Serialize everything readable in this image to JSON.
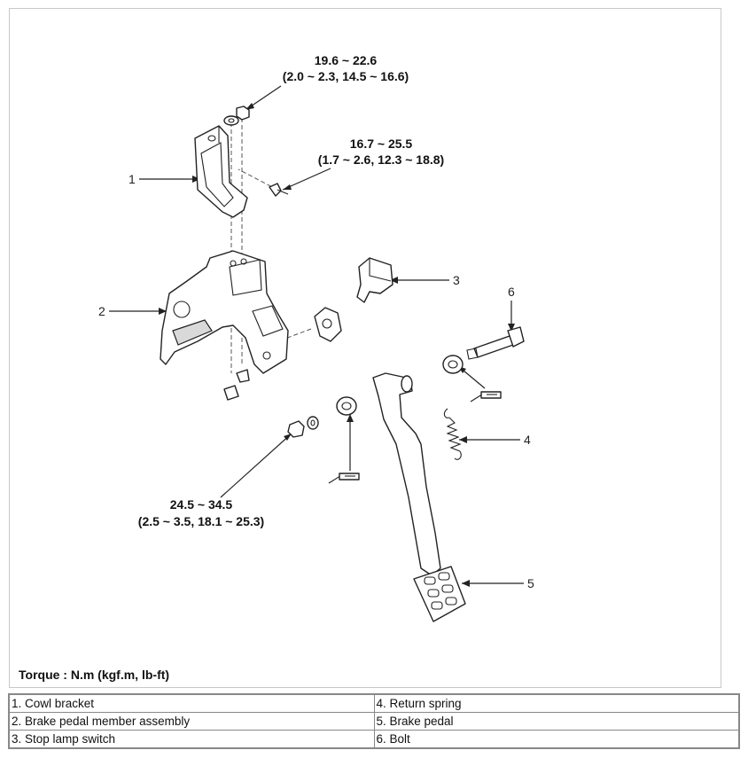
{
  "torque_note": "Torque : N.m (kgf.m, lb-ft)",
  "torques": {
    "cowl_nut": {
      "line1": "19.6 ~ 22.6",
      "line2": "(2.0 ~ 2.3, 14.5 ~ 16.6)"
    },
    "cowl_bolt": {
      "line1": "16.7 ~ 25.5",
      "line2": "(1.7 ~ 2.6, 12.3 ~ 18.8)"
    },
    "pedal_nut": {
      "line1": "24.5 ~ 34.5",
      "line2": "(2.5 ~ 3.5, 18.1 ~ 25.3)"
    }
  },
  "callouts": [
    "1",
    "2",
    "3",
    "4",
    "5",
    "6"
  ],
  "legend": {
    "left": [
      "1. Cowl bracket",
      "2. Brake pedal member assembly",
      "3. Stop lamp switch"
    ],
    "right": [
      "4. Return spring",
      "5. Brake pedal",
      "6. Bolt"
    ]
  }
}
